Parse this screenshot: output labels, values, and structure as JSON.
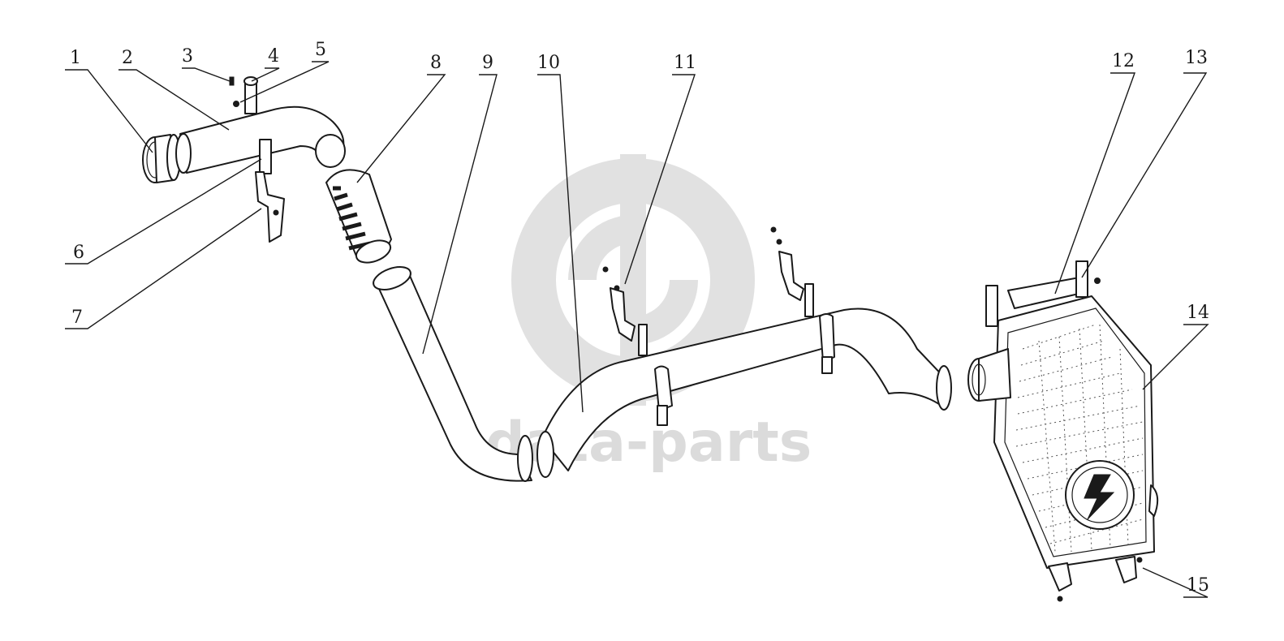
{
  "diagram": {
    "callouts": [
      {
        "id": "1",
        "label": "1"
      },
      {
        "id": "2",
        "label": "2"
      },
      {
        "id": "3",
        "label": "3"
      },
      {
        "id": "4",
        "label": "4"
      },
      {
        "id": "5",
        "label": "5"
      },
      {
        "id": "6",
        "label": "6"
      },
      {
        "id": "7",
        "label": "7"
      },
      {
        "id": "8",
        "label": "8"
      },
      {
        "id": "9",
        "label": "9"
      },
      {
        "id": "10",
        "label": "10"
      },
      {
        "id": "11",
        "label": "11"
      },
      {
        "id": "12",
        "label": "12"
      },
      {
        "id": "13",
        "label": "13"
      },
      {
        "id": "14",
        "label": "14"
      },
      {
        "id": "15",
        "label": "15"
      }
    ],
    "watermark": {
      "text": "data-parts",
      "color": "#cfcfcf"
    }
  }
}
